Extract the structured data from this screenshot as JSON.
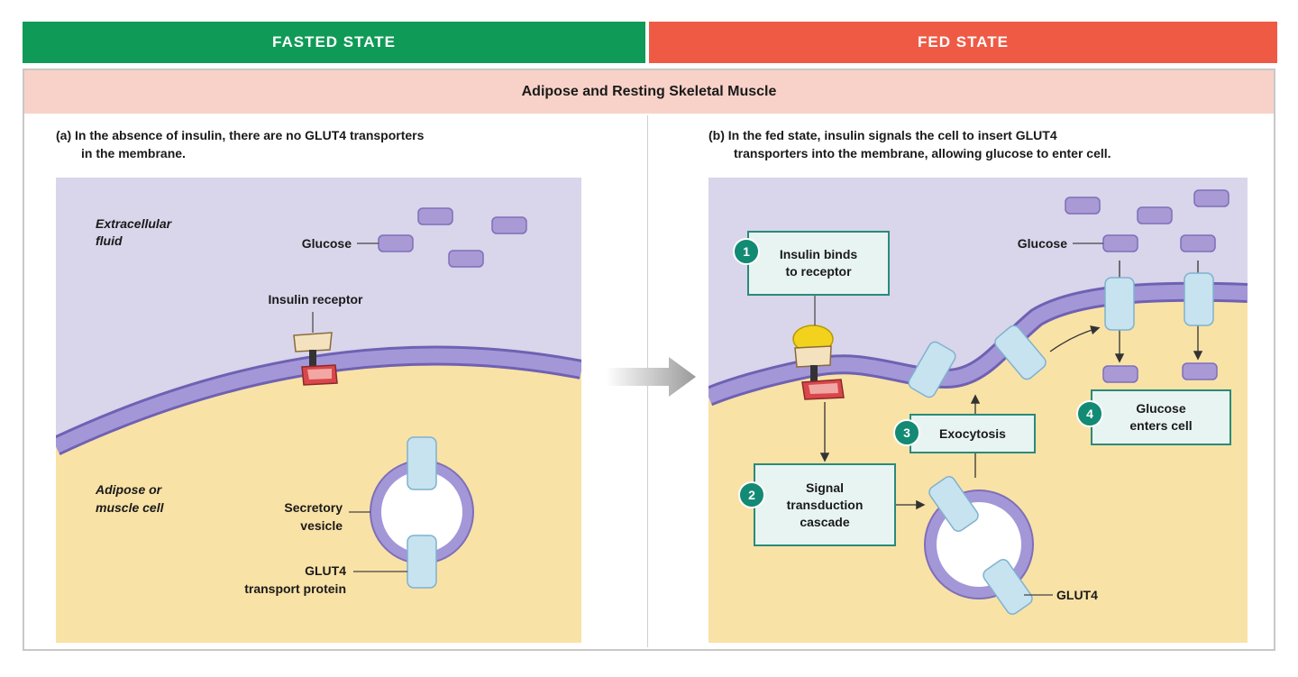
{
  "header": {
    "fasted": "FASTED STATE",
    "fed": "FED STATE"
  },
  "subheader": "Adipose and Resting Skeletal Muscle",
  "panel_a": {
    "caption_line1": "(a) In the absence of insulin, there are no GLUT4 transporters",
    "caption_line2": "in the membrane.",
    "extracellular_line1": "Extracellular",
    "extracellular_line2": "fluid",
    "glucose": "Glucose",
    "insulin_receptor": "Insulin receptor",
    "cell_line1": "Adipose or",
    "cell_line2": "muscle cell",
    "vesicle_line1": "Secretory",
    "vesicle_line2": "vesicle",
    "glut4_line1": "GLUT4",
    "glut4_line2": "transport protein"
  },
  "panel_b": {
    "caption_line1": "(b) In the fed state, insulin signals the cell to insert GLUT4",
    "caption_line2": "transporters into the membrane, allowing glucose to enter cell.",
    "glucose": "Glucose",
    "glut4": "GLUT4",
    "steps": [
      {
        "num": "1",
        "line1": "Insulin binds",
        "line2": "to receptor",
        "line3": ""
      },
      {
        "num": "2",
        "line1": "Signal",
        "line2": "transduction",
        "line3": "cascade"
      },
      {
        "num": "3",
        "line1": "Exocytosis",
        "line2": "",
        "line3": ""
      },
      {
        "num": "4",
        "line1": "Glucose",
        "line2": "enters cell",
        "line3": ""
      }
    ]
  },
  "colors": {
    "fasted_header": "#0f9a57",
    "fed_header": "#ef5a44",
    "subheader": "#f8d2c8",
    "extracellular": "#d9d5ea",
    "cytoplasm": "#f9e2a6",
    "membrane": "#9b8ed0",
    "glucose": "#a99ad6",
    "glut4": "#c7e3ef",
    "step_box": "#e8f4f2",
    "step_badge": "#138a74"
  }
}
